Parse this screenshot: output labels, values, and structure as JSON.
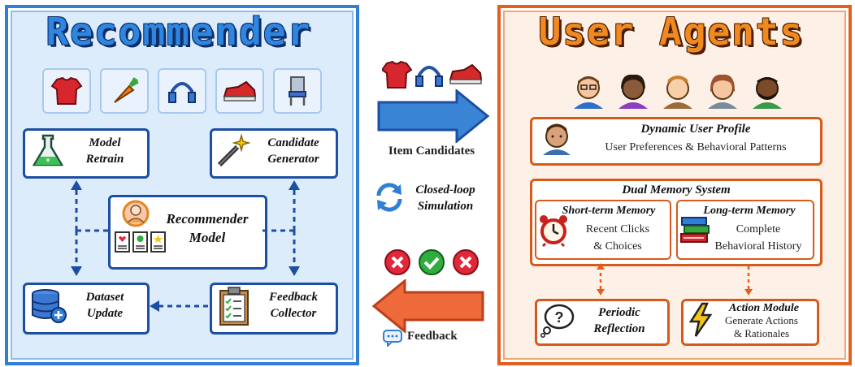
{
  "recommender": {
    "title": "Recommender",
    "item_icons": [
      "t-shirt-icon",
      "carrot-icon",
      "headphones-icon",
      "sneaker-icon",
      "chair-icon"
    ],
    "model_retrain_line1": "Model",
    "model_retrain_line2": "Retrain",
    "candidate_generator_line1": "Candidate",
    "candidate_generator_line2": "Generator",
    "recommender_model_line1": "Recommender",
    "recommender_model_line2": "Model",
    "dataset_update_line1": "Dataset",
    "dataset_update_line2": "Update",
    "feedback_collector_line1": "Feedback",
    "feedback_collector_line2": "Collector"
  },
  "middle": {
    "item_candidates": "Item Candidates",
    "closed_loop_line1": "Closed-loop",
    "closed_loop_line2": "Simulation",
    "feedback": "Feedback"
  },
  "user_agents": {
    "title": "User Agents",
    "profile_title": "Dynamic User Profile",
    "profile_text": "User Preferences & Behavioral Patterns",
    "memory_title": "Dual Memory System",
    "short_term_title": "Short-term Memory",
    "short_term_line1": "Recent Clicks",
    "short_term_line2": "& Choices",
    "long_term_title": "Long-term Memory",
    "long_term_line1": "Complete",
    "long_term_line2": "Behavioral History",
    "reflection_line1": "Periodic",
    "reflection_line2": "Reflection",
    "action_title": "Action Module",
    "action_line1": "Generate Actions",
    "action_line2": "& Rationales"
  },
  "colors": {
    "blue_accent": "#2f7fd6",
    "blue_dark": "#1c4fa3",
    "orange_accent": "#e2601c",
    "red_cross": "#e0283a",
    "green_check": "#2fae3f"
  }
}
